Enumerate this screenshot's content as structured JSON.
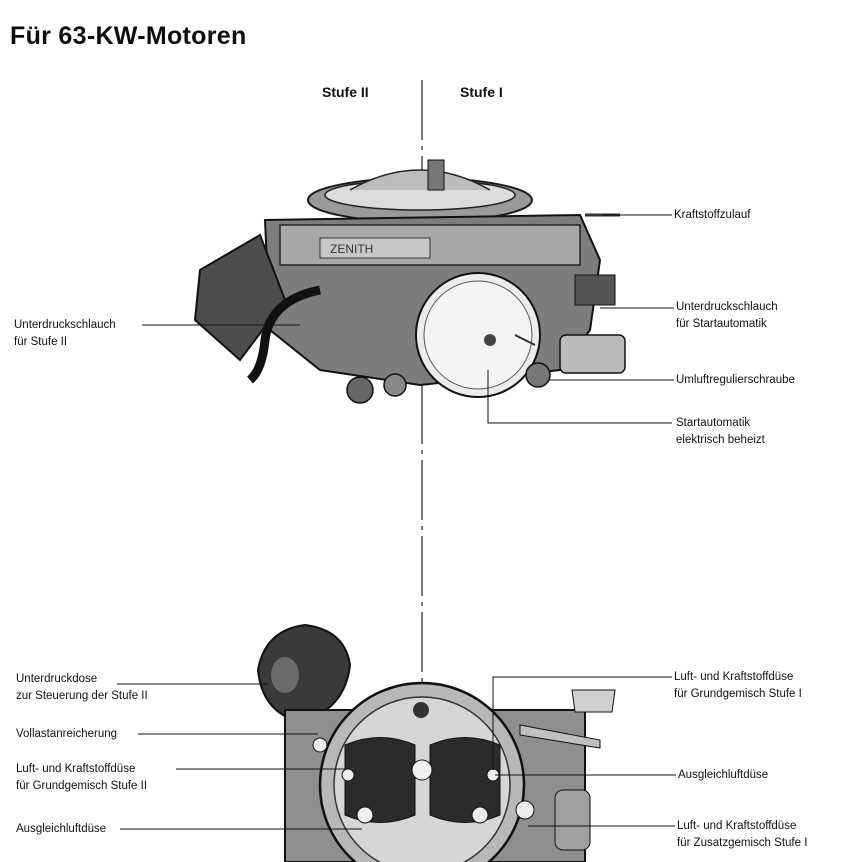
{
  "page": {
    "title": "Für 63-KW-Motoren",
    "stage_2": "Stufe II",
    "stage_1": "Stufe I"
  },
  "labels": {
    "kraftstoffzulauf": "Kraftstoffzulauf",
    "unterdruckschlauch_start_1": "Unterdruckschlauch",
    "unterdruckschlauch_start_2": "für Startautomatik",
    "unterdruckschlauch_stufe2_1": "Unterdruckschlauch",
    "unterdruckschlauch_stufe2_2": "für Stufe II",
    "umluftregulierschraube": "Umluftregulierschraube",
    "startautomatik_1": "Startautomatik",
    "startautomatik_2": "elektrisch beheizt",
    "unterdruckdose_1": "Unterdruckdose",
    "unterdruckdose_2": "zur Steuerung der Stufe II",
    "vollastanreicherung": "Vollastanreicherung",
    "luft_kraft_grund2_1": "Luft- und Kraftstoffdüse",
    "luft_kraft_grund2_2": "für Grundgemisch Stufe II",
    "ausgleichluft_left": "Ausgleichluftdüse",
    "luft_kraft_grund1_1": "Luft- und Kraftstoffdüse",
    "luft_kraft_grund1_2": "für Grundgemisch Stufe I",
    "ausgleichluft_right": "Ausgleichluftdüse",
    "luft_kraft_zusatz1_1": "Luft- und Kraftstoffdüse",
    "luft_kraft_zusatz1_2": "für Zusatzgemisch Stufe I"
  },
  "colors": {
    "ink": "#111111",
    "metal_light": "#cfcfcf",
    "metal_mid": "#8a8a8a",
    "metal_dark": "#2a2a2a",
    "paper": "#ffffff"
  }
}
